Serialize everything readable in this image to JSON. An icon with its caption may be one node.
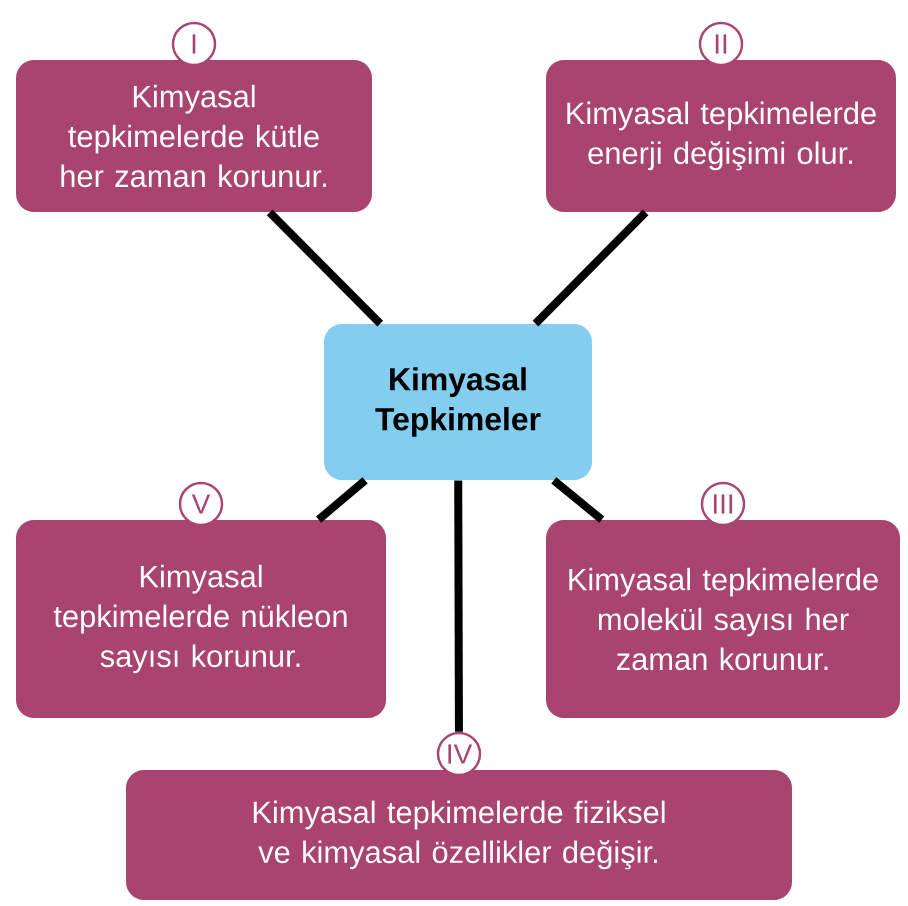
{
  "diagram": {
    "nodes": [
      {
        "text": [
          "Kimyasal Tepkimeler"
        ]
      },
      {
        "text": [
          "I",
          "Kimyasal tepkimelerde kütle her zaman korunur."
        ]
      },
      {
        "text": [
          "II",
          "Kimyasal tepkimelerde enerji değişimi olur."
        ]
      },
      {
        "text": [
          "V",
          "Kimyasal tepkimelerde nükleon sayısı korunur."
        ]
      },
      {
        "text": [
          "III",
          "Kimyasal tepkimelerde molekül sayısı her zaman korunur."
        ]
      },
      {
        "text": [
          "IV",
          "Kimyasal tepkimelerde fiziksel ve kimyasal özellikler değişir."
        ]
      }
    ],
    "edges": [
      {
        "from": 0,
        "to": 1,
        "arrow": "none"
      },
      {
        "from": 0,
        "to": 2,
        "arrow": "none"
      },
      {
        "from": 0,
        "to": 3,
        "arrow": "none"
      },
      {
        "from": 0,
        "to": 4,
        "arrow": "none"
      },
      {
        "from": 0,
        "to": 5,
        "arrow": "none"
      }
    ]
  }
}
